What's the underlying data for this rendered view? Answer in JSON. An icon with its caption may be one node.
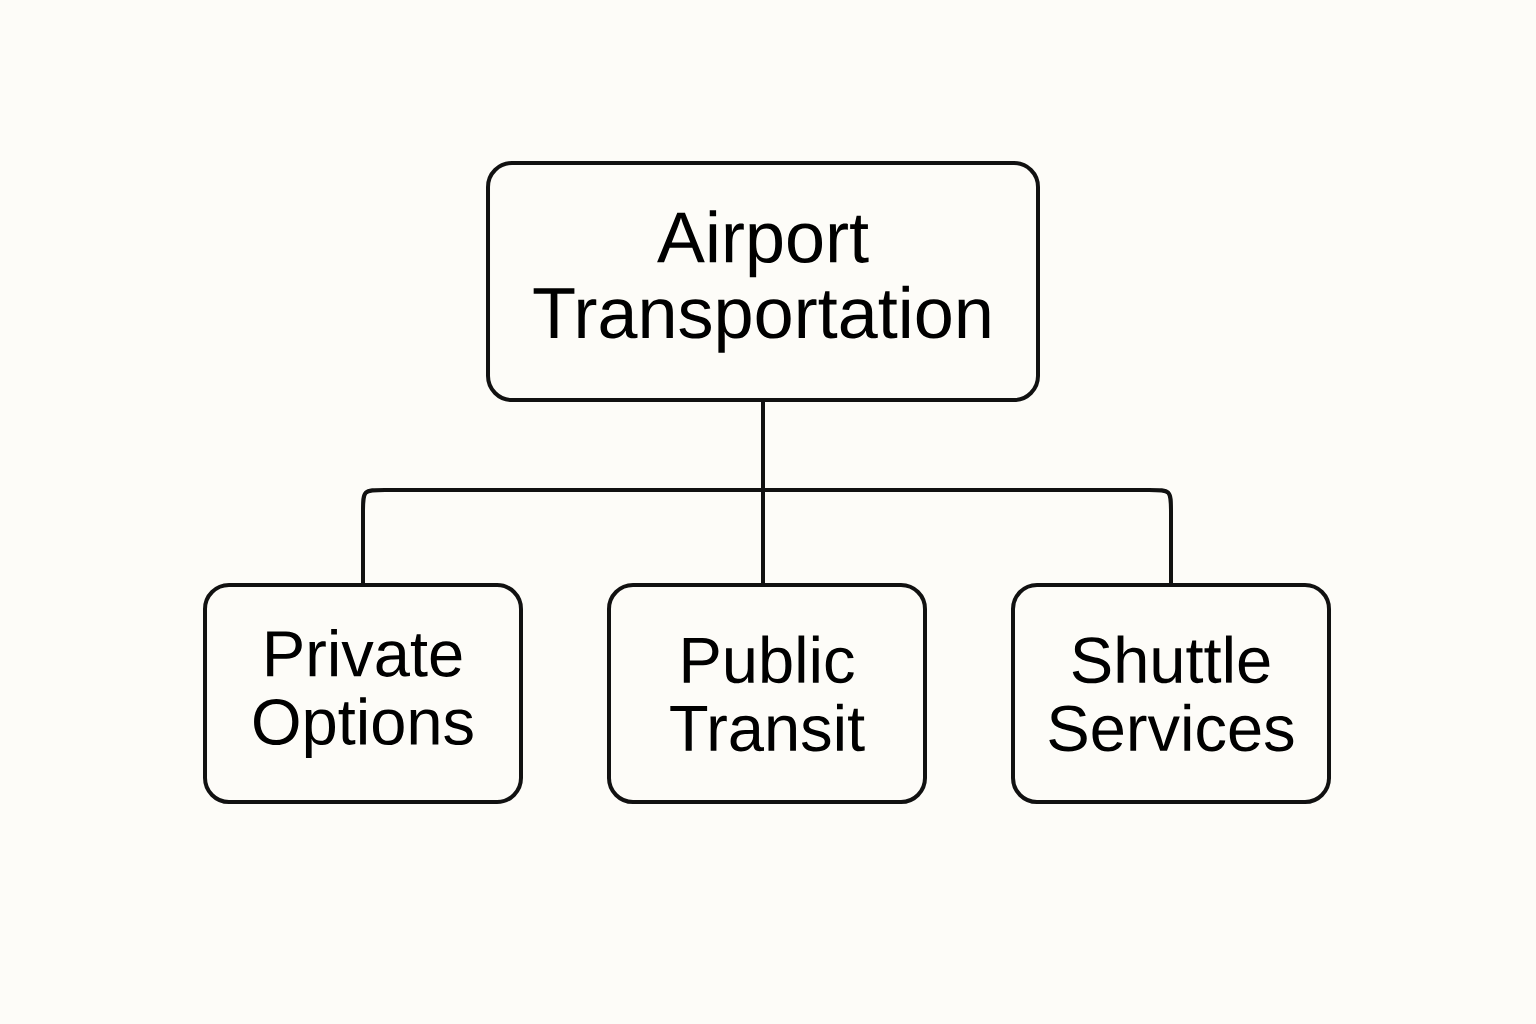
{
  "diagram": {
    "nodes": [
      {
        "text": [
          "Airport Transportation"
        ]
      },
      {
        "text": [
          "Private Options"
        ]
      },
      {
        "text": [
          "Public Transit"
        ]
      },
      {
        "text": [
          "Shuttle Services"
        ]
      }
    ],
    "edges": [
      {
        "from": 0,
        "to": 1,
        "arrow": "none"
      },
      {
        "from": 0,
        "to": 2,
        "arrow": "none"
      },
      {
        "from": 0,
        "to": 3,
        "arrow": "none"
      }
    ]
  }
}
